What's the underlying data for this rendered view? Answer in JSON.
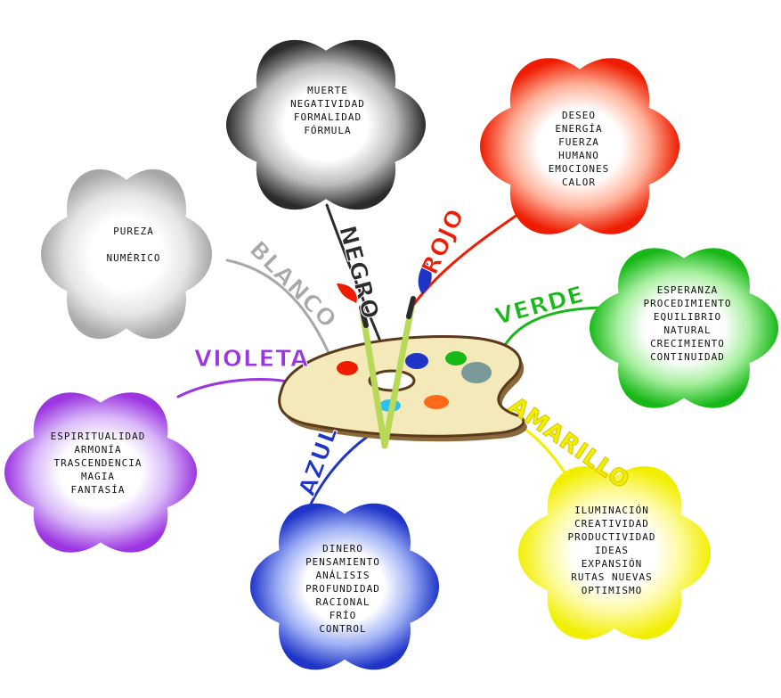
{
  "palette_colors": {
    "negro": "#2b2b2b",
    "rojo": "#ee1c00",
    "blanco": "#a8a8a8",
    "verde": "#18b818",
    "violeta": "#9b35e0",
    "azul": "#1f35c8",
    "amarillo": "#f2ee00",
    "palette_fill": "#f4e9b8",
    "palette_outline": "#5a3a1a"
  },
  "branches": [
    {
      "key": "negro",
      "label": "NEGRO",
      "color": "#2b2b2b",
      "items": [
        "MUERTE",
        "NEGATIVIDAD",
        "FORMALIDAD",
        "FÓRMULA"
      ]
    },
    {
      "key": "rojo",
      "label": "ROJO",
      "color": "#ee1c00",
      "items": [
        "DESEO",
        "ENERGÍA",
        "FUERZA",
        "HUMANO",
        "EMOCIONES",
        "CALOR"
      ]
    },
    {
      "key": "blanco",
      "label": "BLANCO",
      "color": "#a8a8a8",
      "items": [
        "PUREZA",
        "NUMÉRICO"
      ]
    },
    {
      "key": "verde",
      "label": "VERDE",
      "color": "#18b818",
      "items": [
        "ESPERANZA",
        "PROCEDIMIENTO",
        "EQUILIBRIO",
        "NATURAL",
        "CRECIMIENTO",
        "CONTINUIDAD"
      ]
    },
    {
      "key": "violeta",
      "label": "VIOLETA",
      "color": "#9b35e0",
      "items": [
        "ESPIRITUALIDAD",
        "ARMONÍA",
        "TRASCENDENCIA",
        "MAGIA",
        "FANTASÍA"
      ]
    },
    {
      "key": "azul",
      "label": "AZUL",
      "color": "#1f35c8",
      "items": [
        "DINERO",
        "PENSAMIENTO",
        "ANÁLISIS",
        "PROFUNDIDAD",
        "RACIONAL",
        "FRÍO",
        "CONTROL"
      ]
    },
    {
      "key": "amarillo",
      "label": "AMARILLO",
      "color": "#f2ee00",
      "items": [
        "ILUMINACIÓN",
        "CREATIVIDAD",
        "PRODUCTIVIDAD",
        "IDEAS",
        "EXPANSIÓN",
        "RUTAS NUEVAS",
        "OPTIMISMO"
      ]
    }
  ]
}
